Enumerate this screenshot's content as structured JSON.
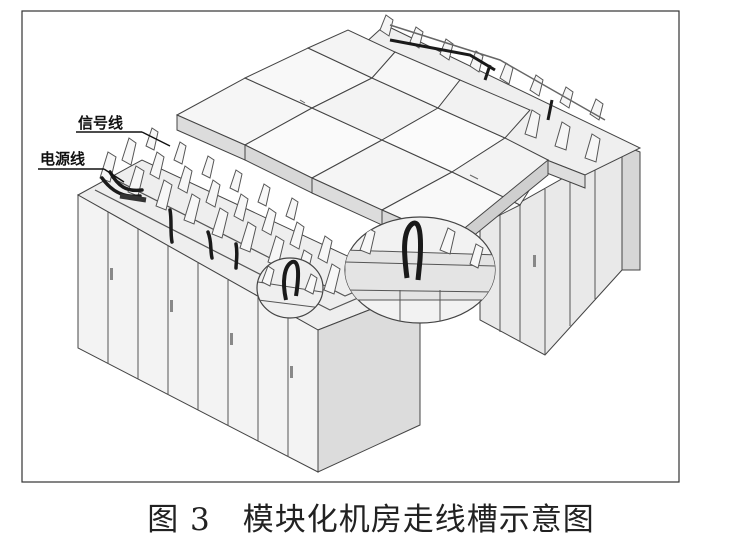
{
  "labels": {
    "signal_line": "信号线",
    "power_line": "电源线"
  },
  "caption": "图 3　模块化机房走线槽示意图",
  "colors": {
    "stroke": "#444444",
    "panel_light": "#f4f4f4",
    "panel_mid": "#e2e2e2",
    "panel_dark": "#cfcfcf",
    "cable": "#1a1a1a"
  }
}
